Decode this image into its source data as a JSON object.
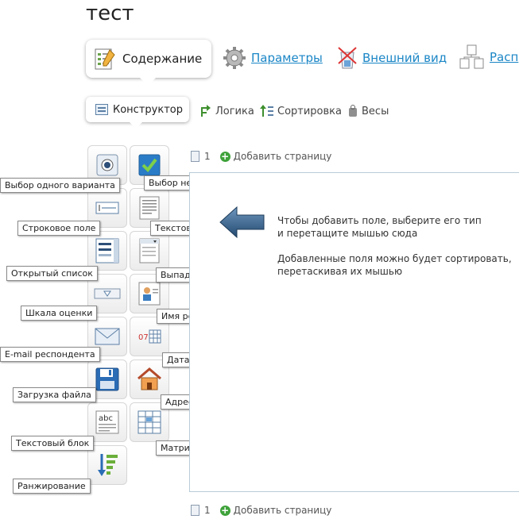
{
  "page_title": "тест",
  "main_tabs": [
    {
      "label": "Содержание",
      "icon": "content-edit-icon",
      "active": true
    },
    {
      "label": "Параметры",
      "icon": "gear-icon"
    },
    {
      "label": "Внешний вид",
      "icon": "paint-icon"
    },
    {
      "label": "Расп",
      "icon": "distribution-icon"
    }
  ],
  "sub_tabs": [
    {
      "label": "Конструктор",
      "icon": "constructor-icon",
      "active": true
    },
    {
      "label": "Логика",
      "icon": "logic-icon"
    },
    {
      "label": "Сортировка",
      "icon": "sort-icon"
    },
    {
      "label": "Весы",
      "icon": "weights-icon"
    }
  ],
  "toolbox": {
    "single_choice": "Выбор одного варианта",
    "multi_choice": "Выбор нескольких",
    "string_field": "Строковое поле",
    "text_field": "Текстовое поле",
    "open_list": "Открытый список",
    "dropdown": "Выпадающий список",
    "rating_scale": "Шкала оценки",
    "respondent_name": "Имя респондента",
    "email": "E-mail респондента",
    "date": "Дата",
    "file_upload": "Загрузка файла",
    "address": "Адрес",
    "text_block": "Текстовый блок",
    "matrix": "Матрица",
    "ranking": "Ранжирование",
    "date_icon_text": "07",
    "abc_icon_text": "abc"
  },
  "pages": {
    "page_number": "1",
    "add_page": "Добавить страницу"
  },
  "canvas": {
    "hint1_line1": "Чтобы добавить поле, выберите его тип",
    "hint1_line2": "и перетащите мышью сюда",
    "hint2_line1": "Добавленные поля можно будет сортировать,",
    "hint2_line2": "перетаскивая их мышью"
  },
  "colors": {
    "link": "#1b86c6",
    "accent_arrow": "#2d5d86",
    "add_green": "#3ea23a"
  }
}
